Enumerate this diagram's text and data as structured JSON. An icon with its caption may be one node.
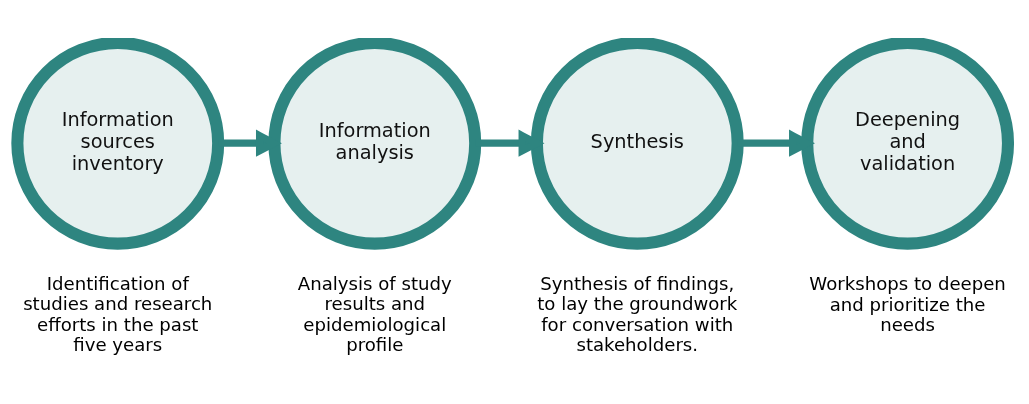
{
  "diagram": {
    "nodes": [
      {
        "text": [
          "Information sources inventory"
        ],
        "beside": [
          "Identification of studies and research efforts in the past five years"
        ]
      },
      {
        "text": [
          "Information analysis"
        ],
        "beside": [
          "Analysis of study results and epidemiological profile"
        ]
      },
      {
        "text": [
          "Synthesis"
        ],
        "beside": [
          "Synthesis of findings, to lay the groundwork for conversation with stakeholders."
        ]
      },
      {
        "text": [
          "Deepening and validation"
        ],
        "beside": [
          "Workshops to deepen and prioritize the needs"
        ]
      }
    ],
    "edges": [
      {
        "from": 0,
        "to": 1,
        "arrow": "to"
      },
      {
        "from": 1,
        "to": 2,
        "arrow": "to"
      },
      {
        "from": 2,
        "to": 3,
        "arrow": "to"
      }
    ]
  }
}
